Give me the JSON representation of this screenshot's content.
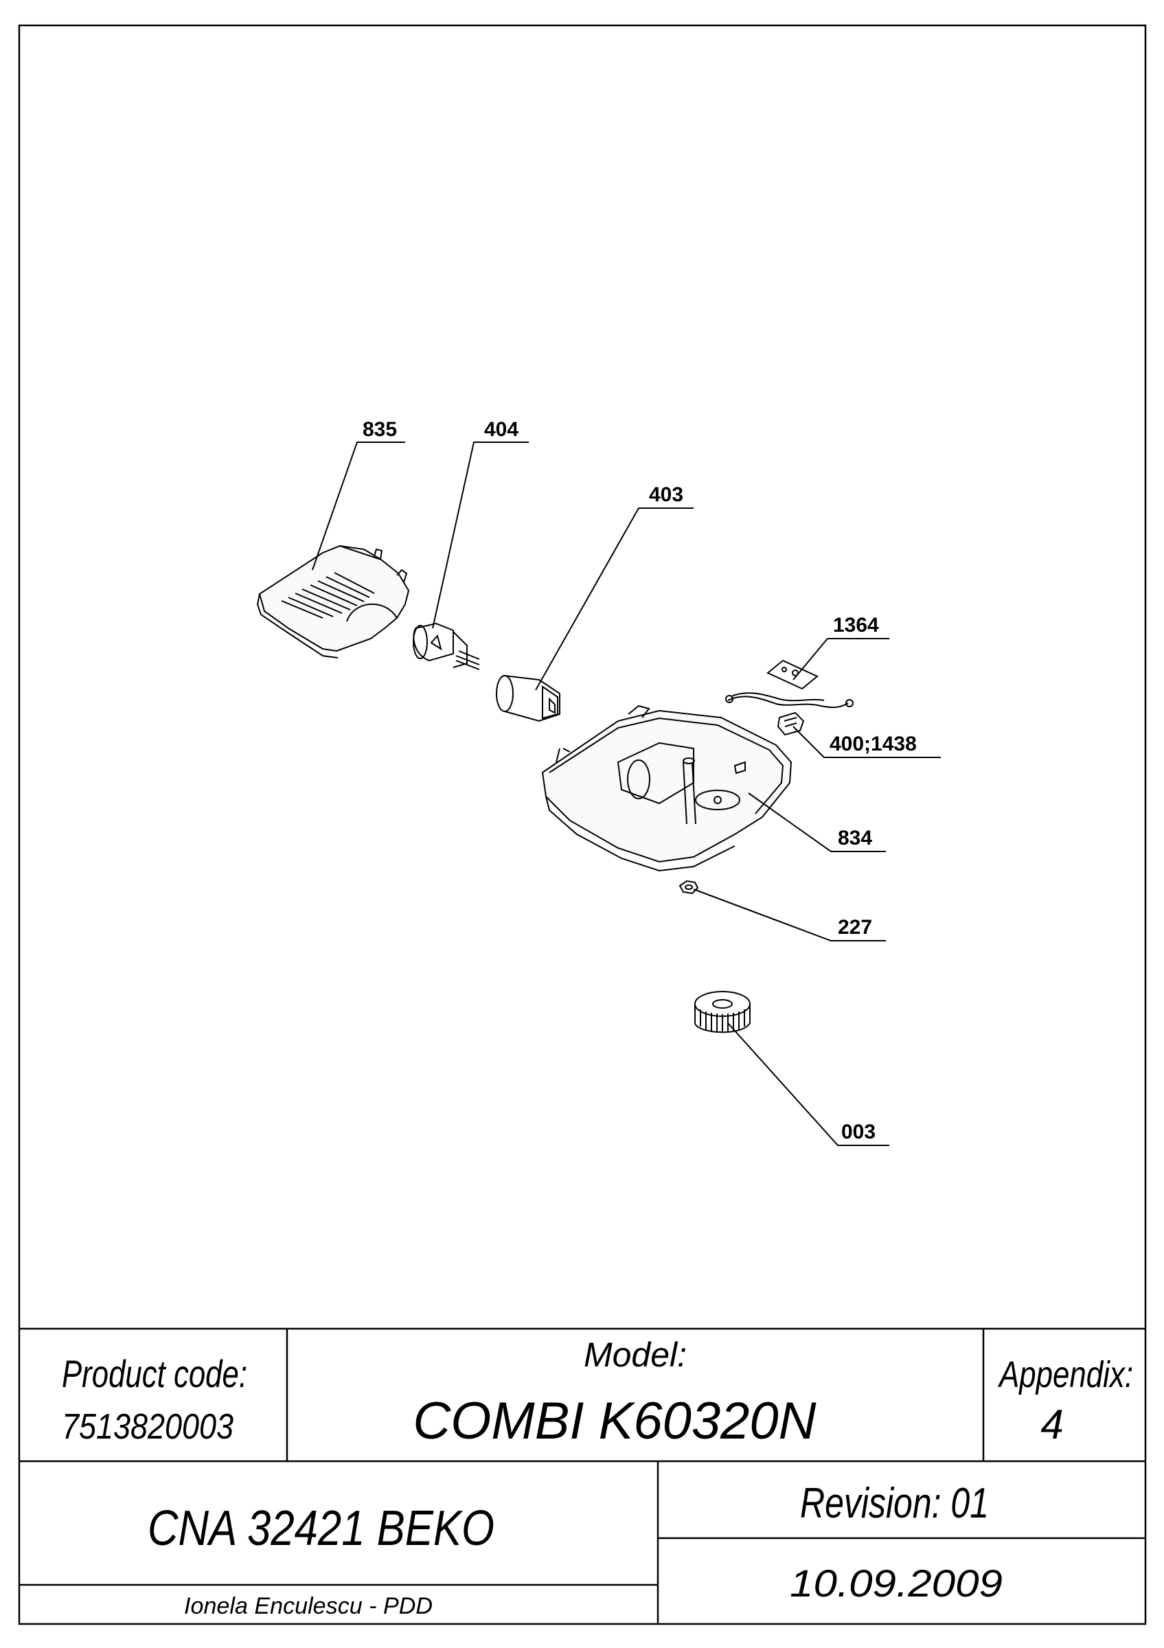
{
  "callouts": [
    {
      "id": "c835",
      "label": "835"
    },
    {
      "id": "c404",
      "label": "404"
    },
    {
      "id": "c403",
      "label": "403"
    },
    {
      "id": "c1364",
      "label": "1364"
    },
    {
      "id": "c400",
      "label": "400;1438"
    },
    {
      "id": "c834",
      "label": "834"
    },
    {
      "id": "c227",
      "label": "227"
    },
    {
      "id": "c003",
      "label": "003"
    }
  ],
  "title_block": {
    "product_code_label": "Product code:",
    "product_code_value": "7513820003",
    "model_label": "Model:",
    "model_value": "COMBI K60320N",
    "appendix_label": "Appendix:",
    "appendix_value": "4",
    "project": "CNA 32421 BEKO",
    "author": "Ionela Enculescu - PDD",
    "revision": "Revision: 01",
    "date": "10.09.2009"
  }
}
